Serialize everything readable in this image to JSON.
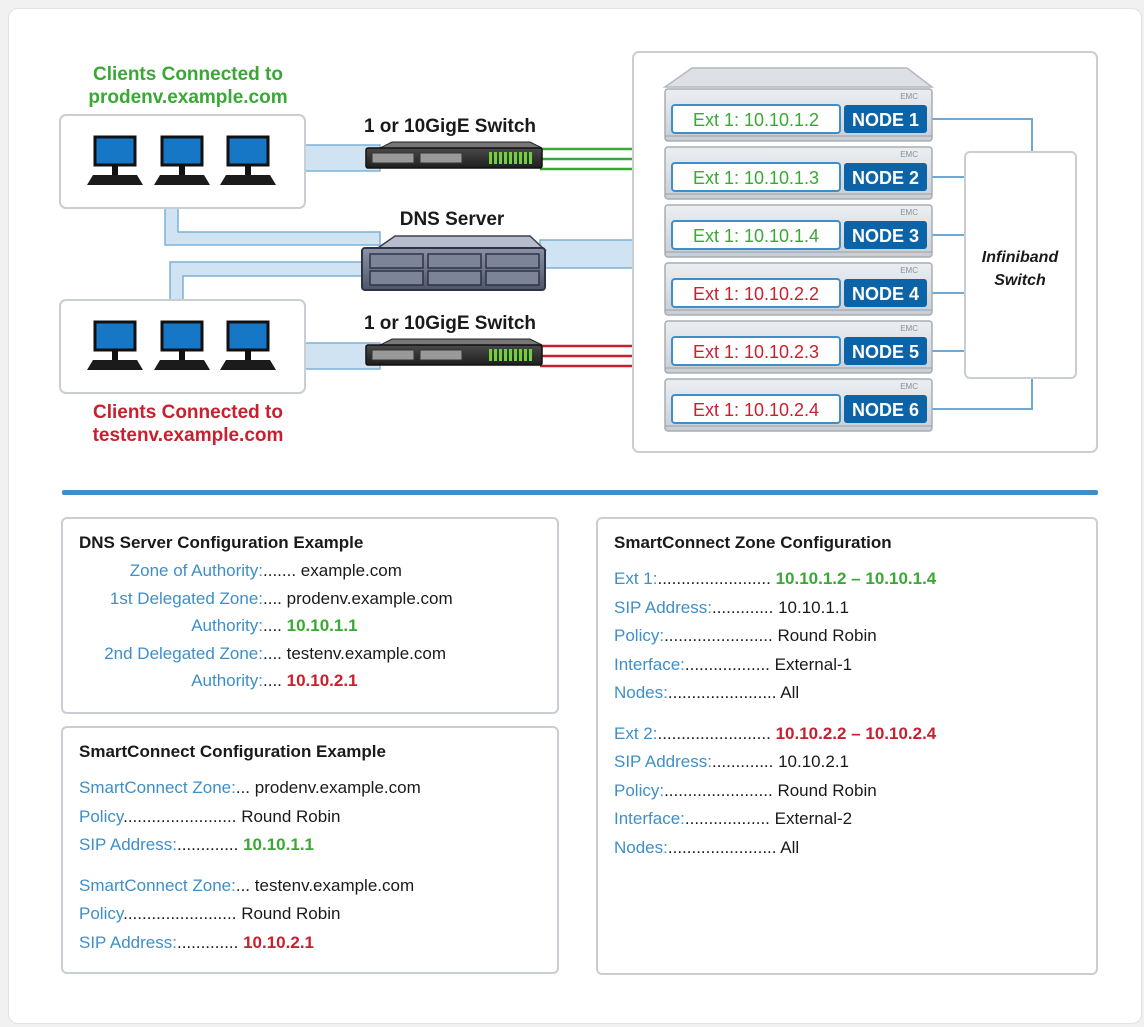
{
  "colors": {
    "green": "#3aa835",
    "red": "#c8202f",
    "blue": "#3e8fc9",
    "node_bg": "#0b64a8",
    "link": "#cfe3f2"
  },
  "top": {
    "prod_clients_label": [
      "Clients Connected to",
      "prodenv.example.com"
    ],
    "test_clients_label": [
      "Clients Connected to",
      "testenv.example.com"
    ],
    "switch_top_label": "1 or 10GigE Switch",
    "switch_bottom_label": "1 or 10GigE Switch",
    "dns_label": "DNS Server",
    "infiniband_label": [
      "Infiniband",
      "Switch"
    ],
    "nodes": [
      {
        "ext": "Ext 1: 10.10.1.2",
        "node": "NODE 1",
        "tone": "green"
      },
      {
        "ext": "Ext 1: 10.10.1.3",
        "node": "NODE 2",
        "tone": "green"
      },
      {
        "ext": "Ext 1: 10.10.1.4",
        "node": "NODE 3",
        "tone": "green"
      },
      {
        "ext": "Ext 1: 10.10.2.2",
        "node": "NODE 4",
        "tone": "red"
      },
      {
        "ext": "Ext 1: 10.10.2.3",
        "node": "NODE 5",
        "tone": "red"
      },
      {
        "ext": "Ext 1: 10.10.2.4",
        "node": "NODE 6",
        "tone": "red"
      }
    ],
    "brand": "EMC"
  },
  "dns_config": {
    "title": "DNS Server Configuration Example",
    "rows": [
      {
        "key": "Zone of Authority:",
        "dots": ".......",
        "value": "example.com",
        "tone": "plain"
      },
      {
        "key": "1st Delegated Zone:",
        "dots": "....",
        "value": "prodenv.example.com",
        "tone": "plain"
      },
      {
        "key": "Authority:",
        "dots": "....",
        "value": "10.10.1.1",
        "tone": "green"
      },
      {
        "key": "2nd Delegated Zone:",
        "dots": "....",
        "value": "testenv.example.com",
        "tone": "plain"
      },
      {
        "key": "Authority:",
        "dots": "....",
        "value": "10.10.2.1",
        "tone": "red"
      }
    ]
  },
  "smartconnect_config": {
    "title": "SmartConnect Configuration Example",
    "rows": [
      {
        "key": "SmartConnect Zone:",
        "dots": "...",
        "value": "prodenv.example.com",
        "tone": "plain"
      },
      {
        "key": "Policy",
        "dots": "........................",
        "value": "Round Robin",
        "tone": "plain"
      },
      {
        "key": "SIP Address:",
        "dots": ".............",
        "value": "10.10.1.1",
        "tone": "green"
      },
      {
        "key": "SmartConnect Zone:",
        "dots": "...",
        "value": "testenv.example.com",
        "tone": "plain"
      },
      {
        "key": "Policy",
        "dots": "........................",
        "value": "Round Robin",
        "tone": "plain"
      },
      {
        "key": "SIP Address:",
        "dots": ".............",
        "value": "10.10.2.1",
        "tone": "red"
      }
    ]
  },
  "zone_config": {
    "title": "SmartConnect Zone Configuration",
    "rows": [
      {
        "key": "Ext 1:",
        "dots": "........................",
        "value": "10.10.1.2 – 10.10.1.4",
        "tone": "green"
      },
      {
        "key": "SIP Address:",
        "dots": ".............",
        "value": "10.10.1.1",
        "tone": "plain"
      },
      {
        "key": "Policy:",
        "dots": ".......................",
        "value": "Round Robin",
        "tone": "plain"
      },
      {
        "key": "Interface:",
        "dots": "..................",
        "value": "External-1",
        "tone": "plain"
      },
      {
        "key": "Nodes:",
        "dots": ".......................",
        "value": "All",
        "tone": "plain"
      },
      {
        "key": "Ext 2:",
        "dots": "........................",
        "value": "10.10.2.2 – 10.10.2.4",
        "tone": "red"
      },
      {
        "key": "SIP Address:",
        "dots": ".............",
        "value": "10.10.2.1",
        "tone": "plain"
      },
      {
        "key": "Policy:",
        "dots": ".......................",
        "value": "Round Robin",
        "tone": "plain"
      },
      {
        "key": "Interface:",
        "dots": "..................",
        "value": "External-2",
        "tone": "plain"
      },
      {
        "key": "Nodes:",
        "dots": ".......................",
        "value": "All",
        "tone": "plain"
      }
    ]
  }
}
